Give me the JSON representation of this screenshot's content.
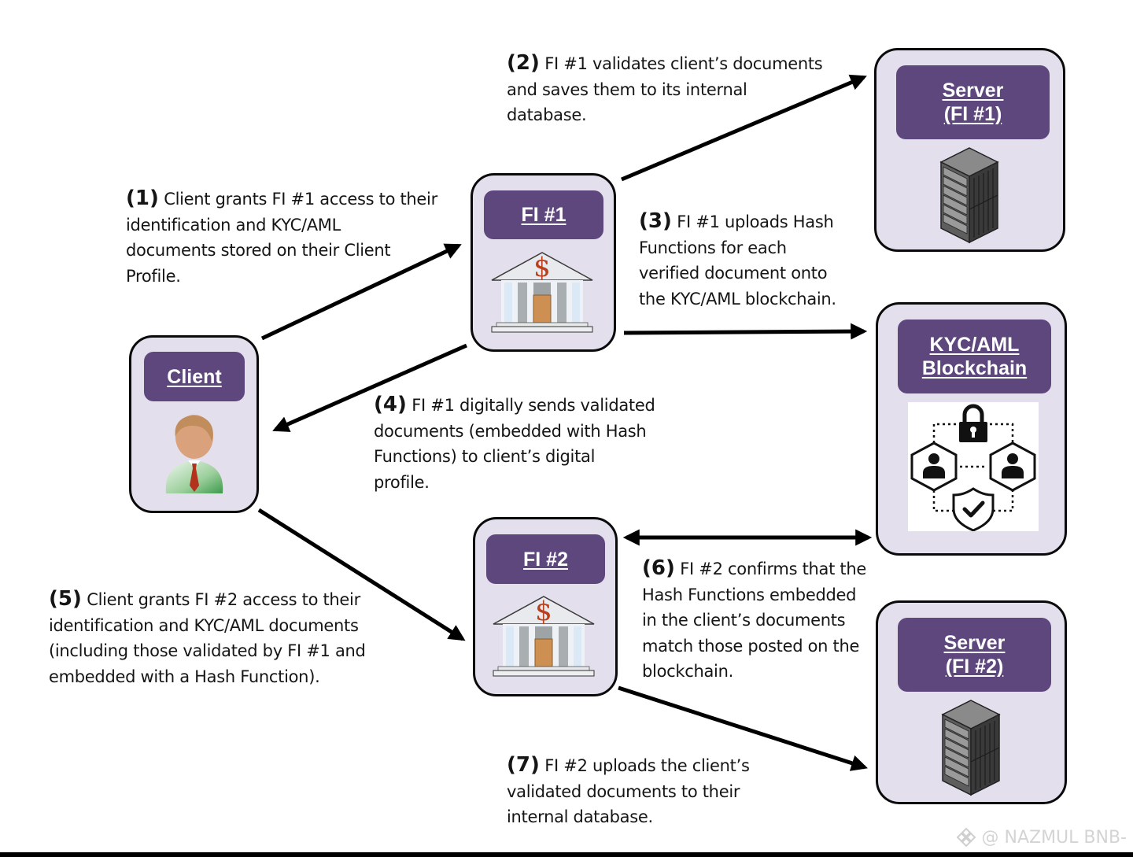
{
  "nodes": {
    "client": {
      "label_lines": [
        "Client"
      ],
      "icon": "person-icon"
    },
    "fi1": {
      "label_lines": [
        "FI #1"
      ],
      "icon": "bank-icon"
    },
    "fi2": {
      "label_lines": [
        "FI #2"
      ],
      "icon": "bank-icon"
    },
    "server1": {
      "label_lines": [
        "Server",
        "(FI #1)"
      ],
      "icon": "server-rack-icon"
    },
    "blockchain": {
      "label_lines": [
        "KYC/AML",
        "Blockchain"
      ],
      "icon": "blockchain-network-icon"
    },
    "server2": {
      "label_lines": [
        "Server",
        "(FI #2)"
      ],
      "icon": "server-rack-icon"
    }
  },
  "steps": [
    {
      "num": "(1)",
      "lines": [
        "Client grants FI #1 access to their",
        "identification and KYC/AML",
        "documents stored on their Client",
        "Profile."
      ],
      "from": "client",
      "to": "fi1"
    },
    {
      "num": "(2)",
      "lines": [
        "FI #1 validates client’s documents",
        "and saves them to its internal",
        "database."
      ],
      "from": "fi1",
      "to": "server1"
    },
    {
      "num": "(3)",
      "lines": [
        "FI #1 uploads Hash",
        "Functions for each",
        "verified document onto",
        "the KYC/AML blockchain."
      ],
      "from": "fi1",
      "to": "blockchain"
    },
    {
      "num": "(4)",
      "lines": [
        "FI #1 digitally sends validated",
        "documents (embedded with Hash",
        "Functions) to client’s digital",
        "profile."
      ],
      "from": "fi1",
      "to": "client"
    },
    {
      "num": "(5)",
      "lines": [
        "Client grants FI #2 access to their",
        "identification and KYC/AML documents",
        "(including those validated by FI #1 and",
        "embedded with a Hash Function)."
      ],
      "from": "client",
      "to": "fi2"
    },
    {
      "num": "(6)",
      "lines": [
        "FI #2 confirms that the",
        "Hash Functions embedded",
        "in the client’s documents",
        "match those posted on the",
        "blockchain."
      ],
      "from": "fi2",
      "to": "blockchain",
      "bidirectional": true
    },
    {
      "num": "(7)",
      "lines": [
        "FI #2 uploads the client’s",
        "validated documents to their",
        "internal database."
      ],
      "from": "fi2",
      "to": "server2"
    }
  ],
  "colors": {
    "node_fill": "#e4dfec",
    "header_fill": "#5e477d",
    "header_text": "#ffffff",
    "arrow": "#000000"
  },
  "watermark": {
    "icon": "binance-logo-icon",
    "text": "@ NAZMUL BNB-"
  }
}
